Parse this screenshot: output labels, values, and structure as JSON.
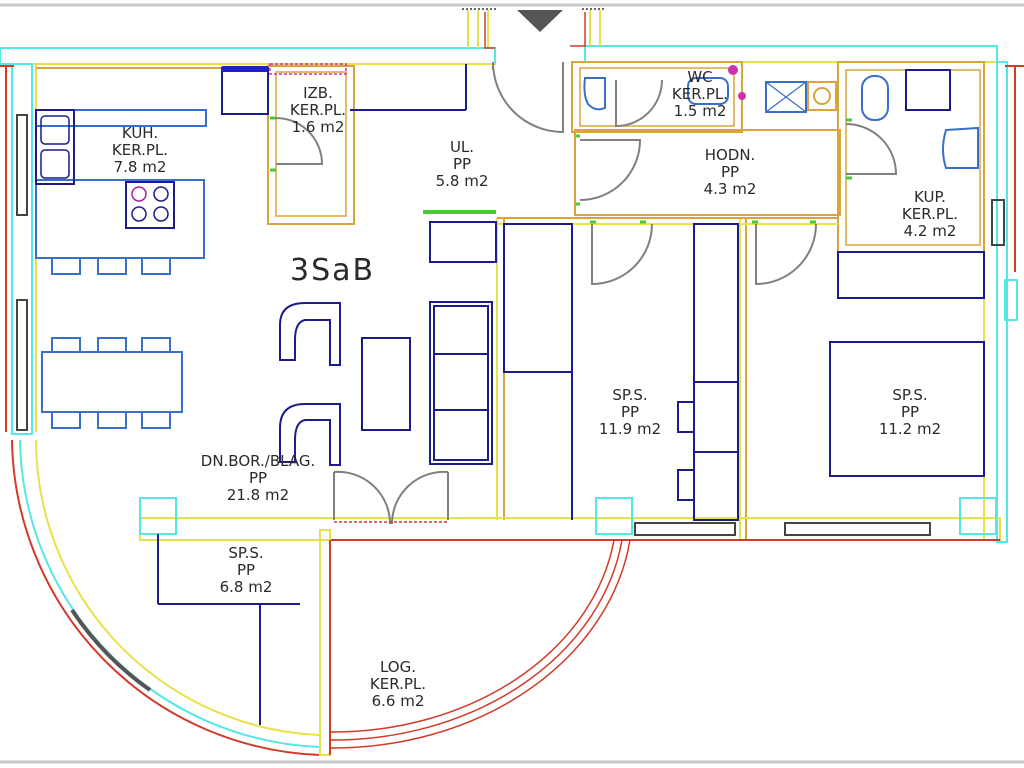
{
  "plan_title": "3SaB",
  "rooms": [
    {
      "id": "kuhinja",
      "name": "KUH.",
      "floor": "KER.PL.",
      "area": "7.8  m2"
    },
    {
      "id": "izba",
      "name": "IZB.",
      "floor": "KER.PL.",
      "area": "1.6  m2"
    },
    {
      "id": "ulaz",
      "name": "UL.",
      "floor": "PP",
      "area": "5.8  m2"
    },
    {
      "id": "wc",
      "name": "WC",
      "floor": "KER.PL.",
      "area": "1.5  m2"
    },
    {
      "id": "hodnik",
      "name": "HODN.",
      "floor": "PP",
      "area": "4.3  m2"
    },
    {
      "id": "kupaonica",
      "name": "KUP.",
      "floor": "KER.PL.",
      "area": "4.2  m2"
    },
    {
      "id": "dnevni-boravak",
      "name": "DN.BOR./BLAG.",
      "floor": "PP",
      "area": "21.8  m2"
    },
    {
      "id": "spavaca-1",
      "name": "SP.S.",
      "floor": "PP",
      "area": "11.9  m2"
    },
    {
      "id": "spavaca-2",
      "name": "SP.S.",
      "floor": "PP",
      "area": "11.2  m2"
    },
    {
      "id": "spavaca-3",
      "name": "SP.S.",
      "floor": "PP",
      "area": "6.8  m2"
    },
    {
      "id": "lodja",
      "name": "LOG.",
      "floor": "KER.PL.",
      "area": "6.6  m2"
    }
  ],
  "colors": {
    "wall_yellow": "#e8e24a",
    "wall_cyan": "#55e6e6",
    "wall_red": "#d23a2a",
    "wall_brown": "#d9a53a",
    "furniture_blue": "#1c1c8a",
    "kitchen_blue": "#3a6fc9",
    "door_arc": "#808080",
    "door_green": "#44cc33",
    "frame": "#c8c8c8"
  }
}
